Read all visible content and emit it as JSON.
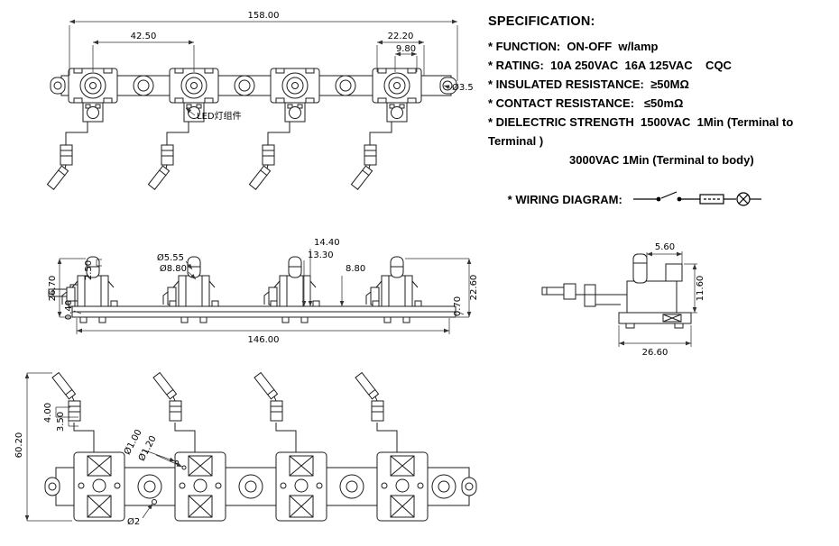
{
  "specification": {
    "title": "SPECIFICATION:",
    "lines": [
      "* FUNCTION:  ON-OFF  w/lamp",
      "* RATING:  10A 250VAC  16A 125VAC    CQC",
      "* INSULATED RESISTANCE:  ≥50MΩ",
      "* CONTACT RESISTANCE:   ≤50mΩ",
      "* DIELECTRIC STRENGTH  1500VAC  1Min (Terminal to Terminal )",
      "3000VAC 1Min (Terminal to body)",
      "* WIRING DIAGRAM:"
    ]
  },
  "top_view": {
    "dim_overall": "158.00",
    "dim_pitch": "42.50",
    "dim_2220": "22.20",
    "dim_980": "9.80",
    "dim_hole": "Ø3.5",
    "label_led": "LED灯组件"
  },
  "front_view": {
    "dim_2670": "26.70",
    "dim_040": "0.40",
    "dim_250": "2.50",
    "dim_dia555": "Ø5.55",
    "dim_dia880": "Ø8.80",
    "dim_1440": "14.40",
    "dim_1330": "13.30",
    "dim_880": "8.80",
    "dim_070": "0.70",
    "dim_2260": "22.60",
    "dim_length": "146.00"
  },
  "side_view": {
    "dim_560": "5.60",
    "dim_1160": "11.60",
    "dim_2660": "26.60"
  },
  "bottom_view": {
    "dim_6020": "60.20",
    "dim_400": "4.00",
    "dim_350": "3.50",
    "dim_dia100": "Ø1.00",
    "dim_dia120": "Ø1.20",
    "dim_dia2": "Ø2"
  }
}
